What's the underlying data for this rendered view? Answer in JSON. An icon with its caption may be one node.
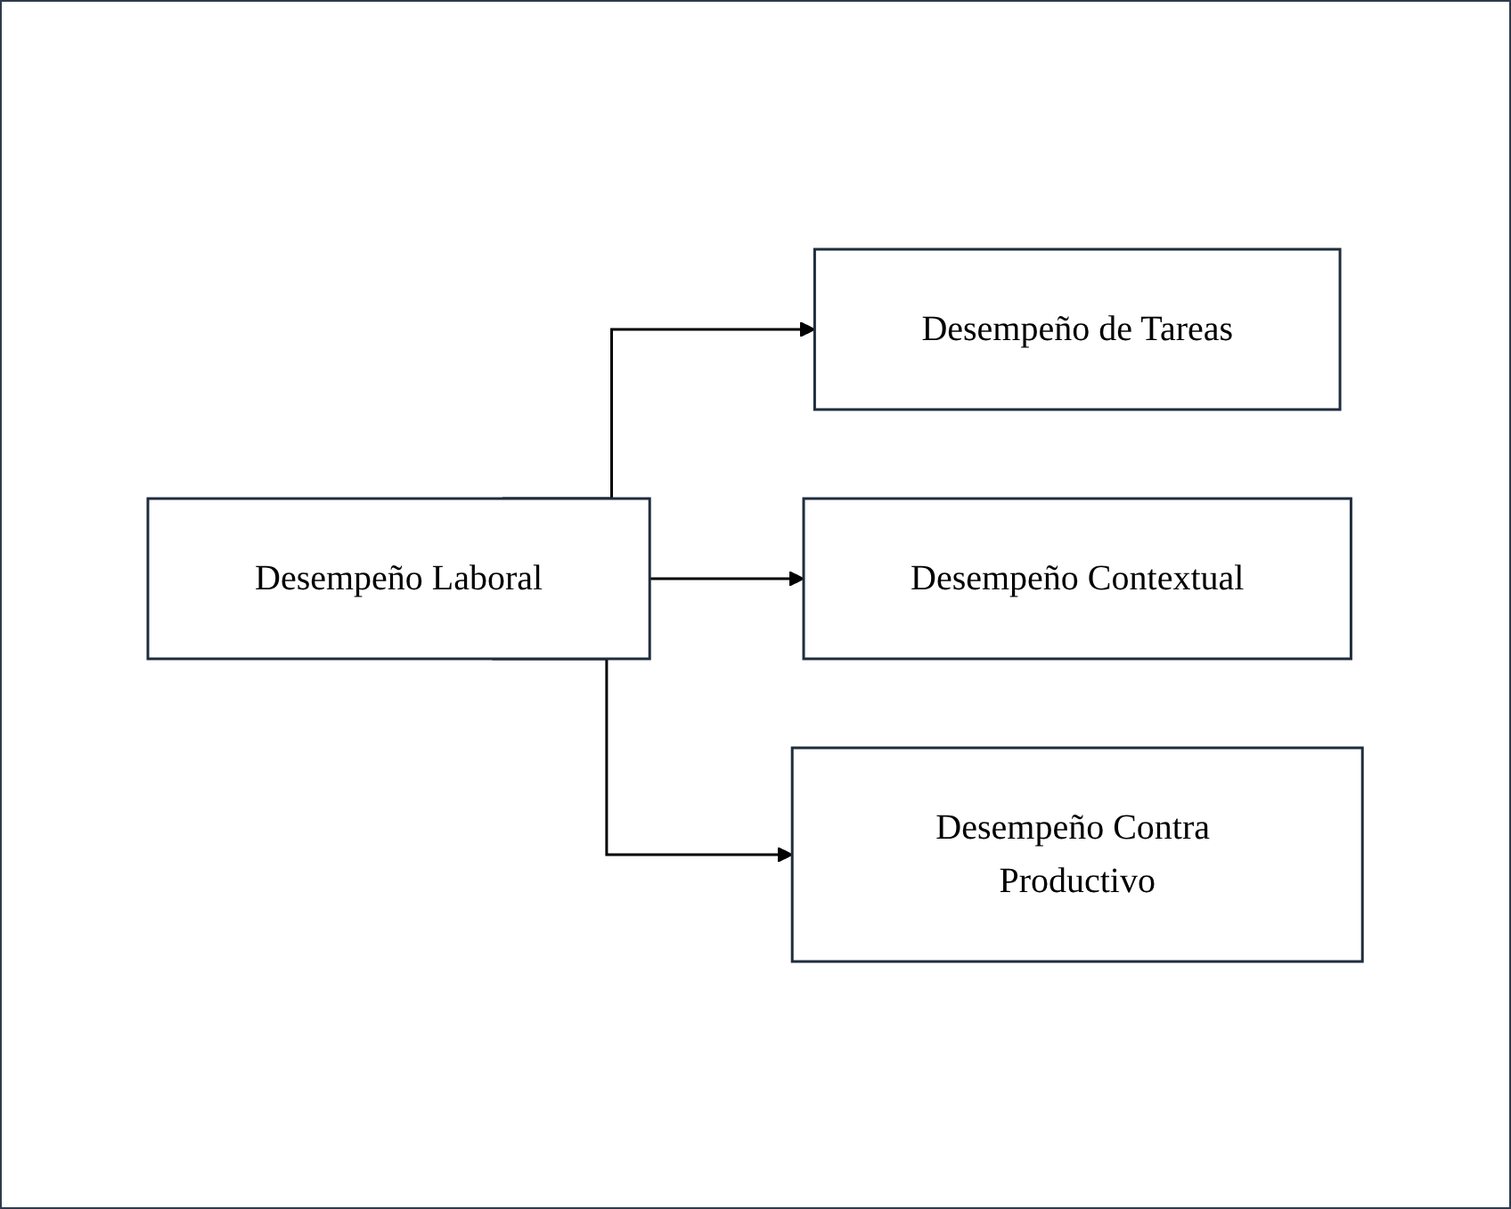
{
  "diagram": {
    "nodes": [
      {
        "text": [
          "Desempeño Laboral"
        ]
      },
      {
        "text": [
          "Desempeño de Tareas"
        ]
      },
      {
        "text": [
          "Desempeño Contextual"
        ]
      },
      {
        "text": [
          "Desempeño Contra Productivo"
        ]
      }
    ],
    "edges": [
      {
        "from": 0,
        "to": 1,
        "arrow": "to"
      },
      {
        "from": 0,
        "to": 2,
        "arrow": "to"
      },
      {
        "from": 0,
        "to": 3,
        "arrow": "to"
      }
    ]
  }
}
